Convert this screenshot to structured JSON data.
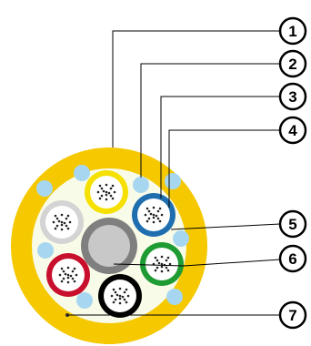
{
  "callouts": [
    "1",
    "2",
    "3",
    "4",
    "5",
    "6",
    "7"
  ],
  "colors": {
    "outer_jacket": "#f5c800",
    "filler": "#f9fbe9",
    "water_blocking": "#a7d7f0",
    "central_member_ring": "#7f7f7f",
    "central_member_core": "#c8c8c8",
    "fiber_dot": "#222222",
    "leader_line": "#000000",
    "tube_colors": [
      "#f5e000",
      "#1f6fb0",
      "#1f9b34",
      "#000000",
      "#c8102e",
      "#d4d4d4"
    ]
  }
}
